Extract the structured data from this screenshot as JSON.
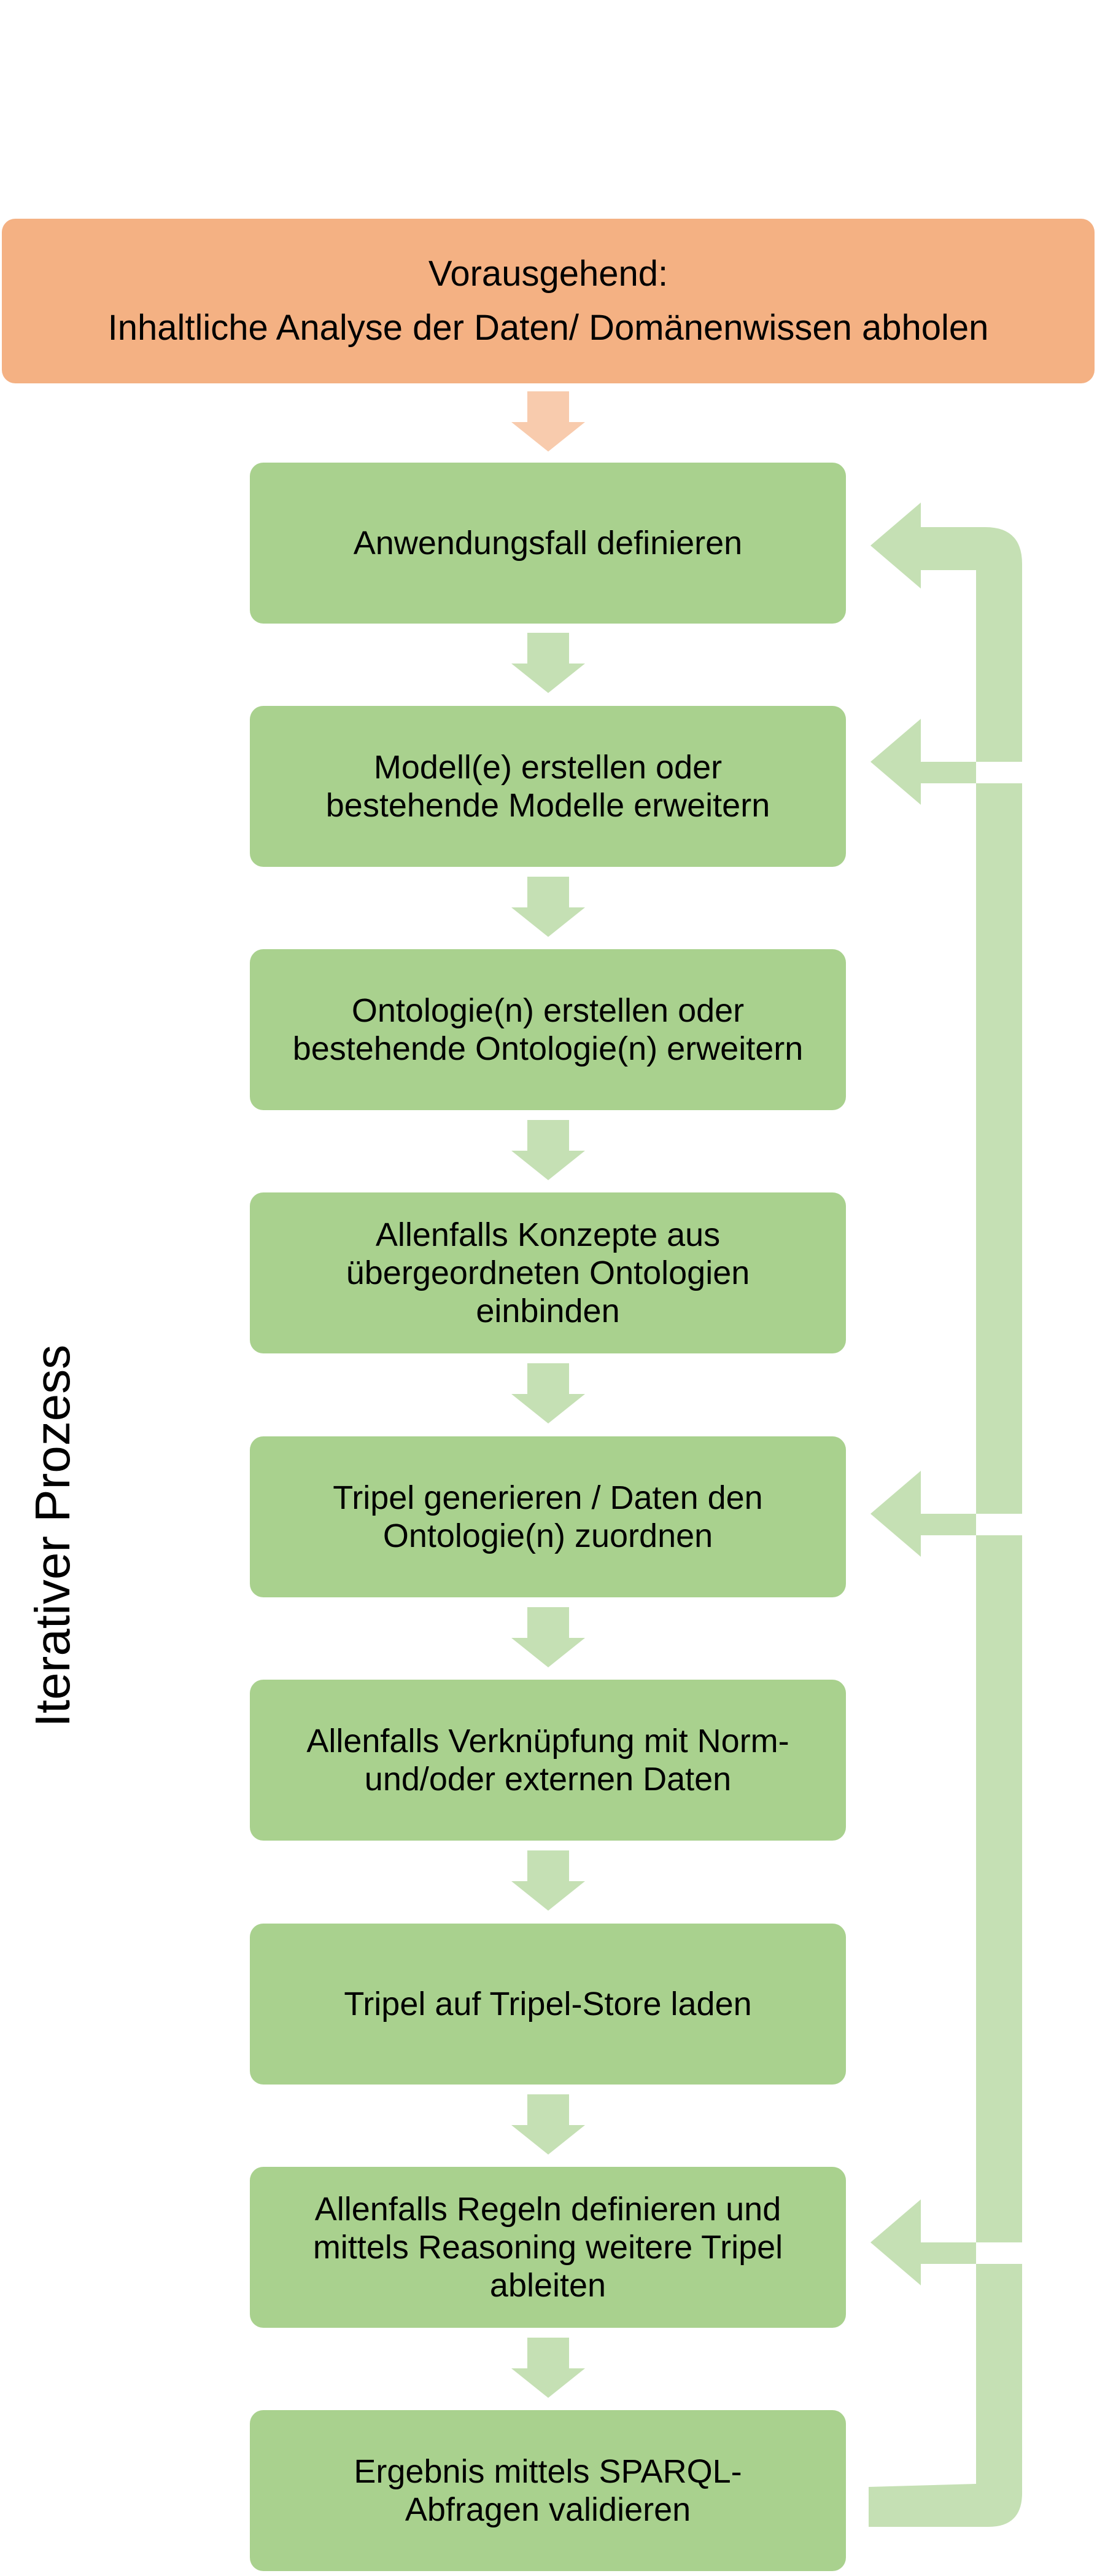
{
  "header": {
    "line1": "Vorausgehend:",
    "line2": "Inhaltliche Analyse der Daten/ Domänenwissen abholen"
  },
  "side_label": "Iterativer Prozess",
  "steps": [
    {
      "lines": [
        "Anwendungsfall definieren"
      ]
    },
    {
      "lines": [
        "Modell(e) erstellen oder",
        "bestehende Modelle erweitern"
      ]
    },
    {
      "lines": [
        "Ontologie(n) erstellen oder",
        "bestehende Ontologie(n) erweitern"
      ]
    },
    {
      "lines": [
        "Allenfalls Konzepte aus",
        "übergeordneten Ontologien",
        "einbinden"
      ]
    },
    {
      "lines": [
        "Tripel generieren / Daten den",
        "Ontologie(n) zuordnen"
      ]
    },
    {
      "lines": [
        "Allenfalls Verknüpfung mit Norm-",
        "und/oder externen Daten"
      ]
    },
    {
      "lines": [
        "Tripel auf Tripel-Store laden"
      ]
    },
    {
      "lines": [
        "Allenfalls Regeln definieren und",
        "mittels Reasoning weitere Tripel",
        "ableiten"
      ]
    },
    {
      "lines": [
        "Ergebnis mittels SPARQL-",
        "Abfragen validieren"
      ]
    }
  ],
  "feedback_loop": {
    "from_step": 9,
    "return_to_steps": [
      1,
      2,
      5,
      8
    ]
  },
  "colors": {
    "header_fill": "#f4b183",
    "header_arrow": "#f8cbad",
    "step_fill": "#a9d18e",
    "arrow_fill": "#c5e0b4"
  }
}
